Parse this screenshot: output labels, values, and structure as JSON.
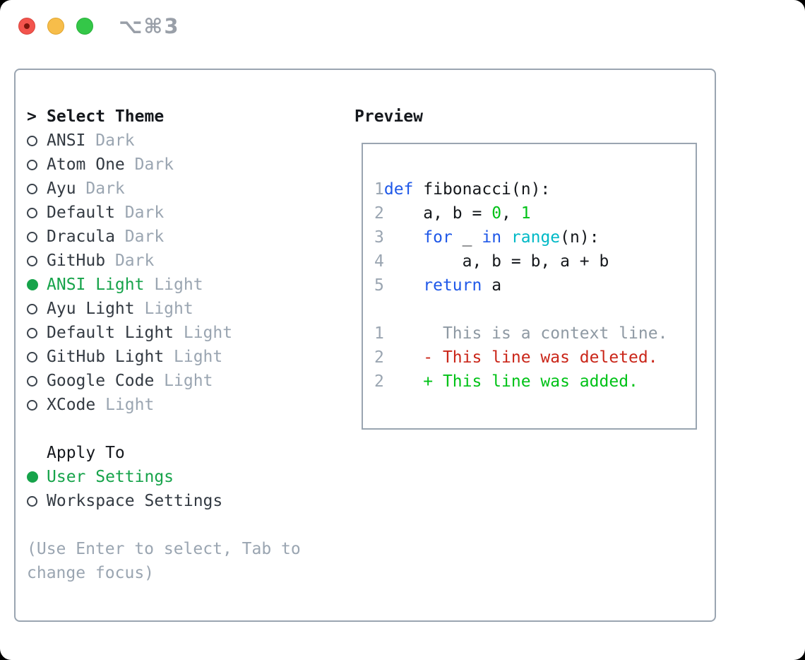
{
  "colors": {
    "accent_green": "#16a34a",
    "added_green": "#00c217",
    "deleted_red": "#ca2619",
    "keyword_blue": "#1f58e8",
    "builtin_cyan": "#00b9c6",
    "number_green": "#00c217",
    "muted": "#9aa5b1",
    "text_dark": "#333a42",
    "heading": "#15181d",
    "border": "#9aa5b1",
    "traffic_red": "#f3544d",
    "traffic_yellow": "#f7bd4a",
    "traffic_green": "#34c748"
  },
  "titlebar": {
    "shortcut": "⌥⌘3"
  },
  "theme_select": {
    "caret": ">",
    "header": "Select Theme",
    "items": [
      {
        "name": "ANSI",
        "variant": "Dark",
        "selected": false
      },
      {
        "name": "Atom One",
        "variant": "Dark",
        "selected": false
      },
      {
        "name": "Ayu",
        "variant": "Dark",
        "selected": false
      },
      {
        "name": "Default",
        "variant": "Dark",
        "selected": false
      },
      {
        "name": "Dracula",
        "variant": "Dark",
        "selected": false
      },
      {
        "name": "GitHub",
        "variant": "Dark",
        "selected": false
      },
      {
        "name": "ANSI Light",
        "variant": "Light",
        "selected": true
      },
      {
        "name": "Ayu Light",
        "variant": "Light",
        "selected": false
      },
      {
        "name": "Default Light",
        "variant": "Light",
        "selected": false
      },
      {
        "name": "GitHub Light",
        "variant": "Light",
        "selected": false
      },
      {
        "name": "Google Code",
        "variant": "Light",
        "selected": false
      },
      {
        "name": "XCode",
        "variant": "Light",
        "selected": false
      }
    ]
  },
  "apply_to": {
    "header": "Apply To",
    "options": [
      {
        "label": "User Settings",
        "selected": true
      },
      {
        "label": "Workspace Settings",
        "selected": false
      }
    ]
  },
  "hint": "(Use Enter to select, Tab to change focus)",
  "preview": {
    "header": "Preview",
    "code_lines": [
      {
        "number": "1",
        "tokens": [
          {
            "text": "def",
            "type": "kw"
          },
          {
            "text": " fibonacci(n):",
            "type": "plain"
          }
        ]
      },
      {
        "number": "2",
        "tokens": [
          {
            "text": "    a, b = ",
            "type": "plain"
          },
          {
            "text": "0",
            "type": "num"
          },
          {
            "text": ", ",
            "type": "plain"
          },
          {
            "text": "1",
            "type": "num"
          }
        ]
      },
      {
        "number": "3",
        "tokens": [
          {
            "text": "    ",
            "type": "plain"
          },
          {
            "text": "for",
            "type": "kw"
          },
          {
            "text": " _ ",
            "type": "plain"
          },
          {
            "text": "in",
            "type": "kw"
          },
          {
            "text": " ",
            "type": "plain"
          },
          {
            "text": "range",
            "type": "fn"
          },
          {
            "text": "(n):",
            "type": "plain"
          }
        ]
      },
      {
        "number": "4",
        "tokens": [
          {
            "text": "        a, b = b, a + b",
            "type": "plain"
          }
        ]
      },
      {
        "number": "5",
        "tokens": [
          {
            "text": "    ",
            "type": "plain"
          },
          {
            "text": "return",
            "type": "kw"
          },
          {
            "text": " a",
            "type": "plain"
          }
        ]
      }
    ],
    "diff_lines": [
      {
        "number": "1",
        "sign": " ",
        "text": "This is a context line.",
        "type": "context"
      },
      {
        "number": "2",
        "sign": "-",
        "text": "This line was deleted.",
        "type": "deleted"
      },
      {
        "number": "2",
        "sign": "+",
        "text": "This line was added.",
        "type": "added"
      }
    ]
  }
}
